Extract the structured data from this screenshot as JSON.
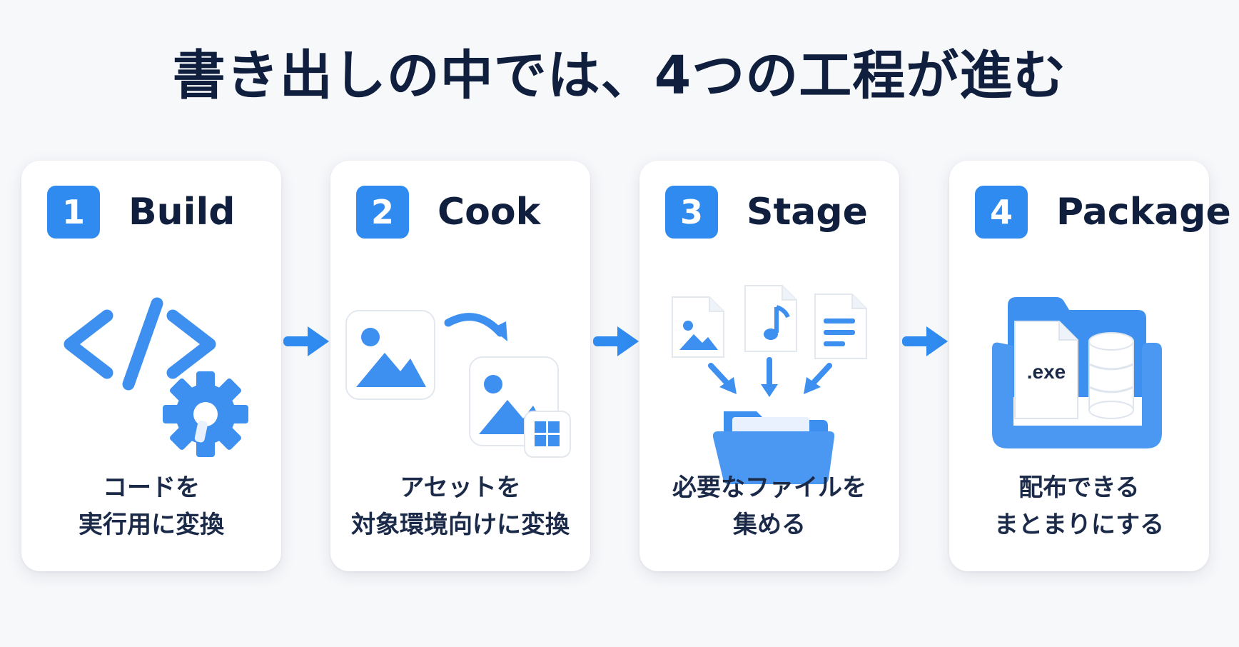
{
  "title": "書き出しの中では、4つの工程が進む",
  "colors": {
    "accent": "#2f8bef",
    "text": "#0f1f3d"
  },
  "steps": [
    {
      "number": "1",
      "name": "Build",
      "icon": "code-gear-icon",
      "caption_line1": "コードを",
      "caption_line2": "実行用に変換"
    },
    {
      "number": "2",
      "name": "Cook",
      "icon": "image-convert-icon",
      "caption_line1": "アセットを",
      "caption_line2": "対象環境向けに変換"
    },
    {
      "number": "3",
      "name": "Stage",
      "icon": "files-to-folder-icon",
      "caption_line1": "必要なファイルを",
      "caption_line2": "集める"
    },
    {
      "number": "4",
      "name": "Package",
      "icon": "package-folder-icon",
      "exe_label": ".exe",
      "caption_line1": "配布できる",
      "caption_line2": "まとまりにする"
    }
  ]
}
